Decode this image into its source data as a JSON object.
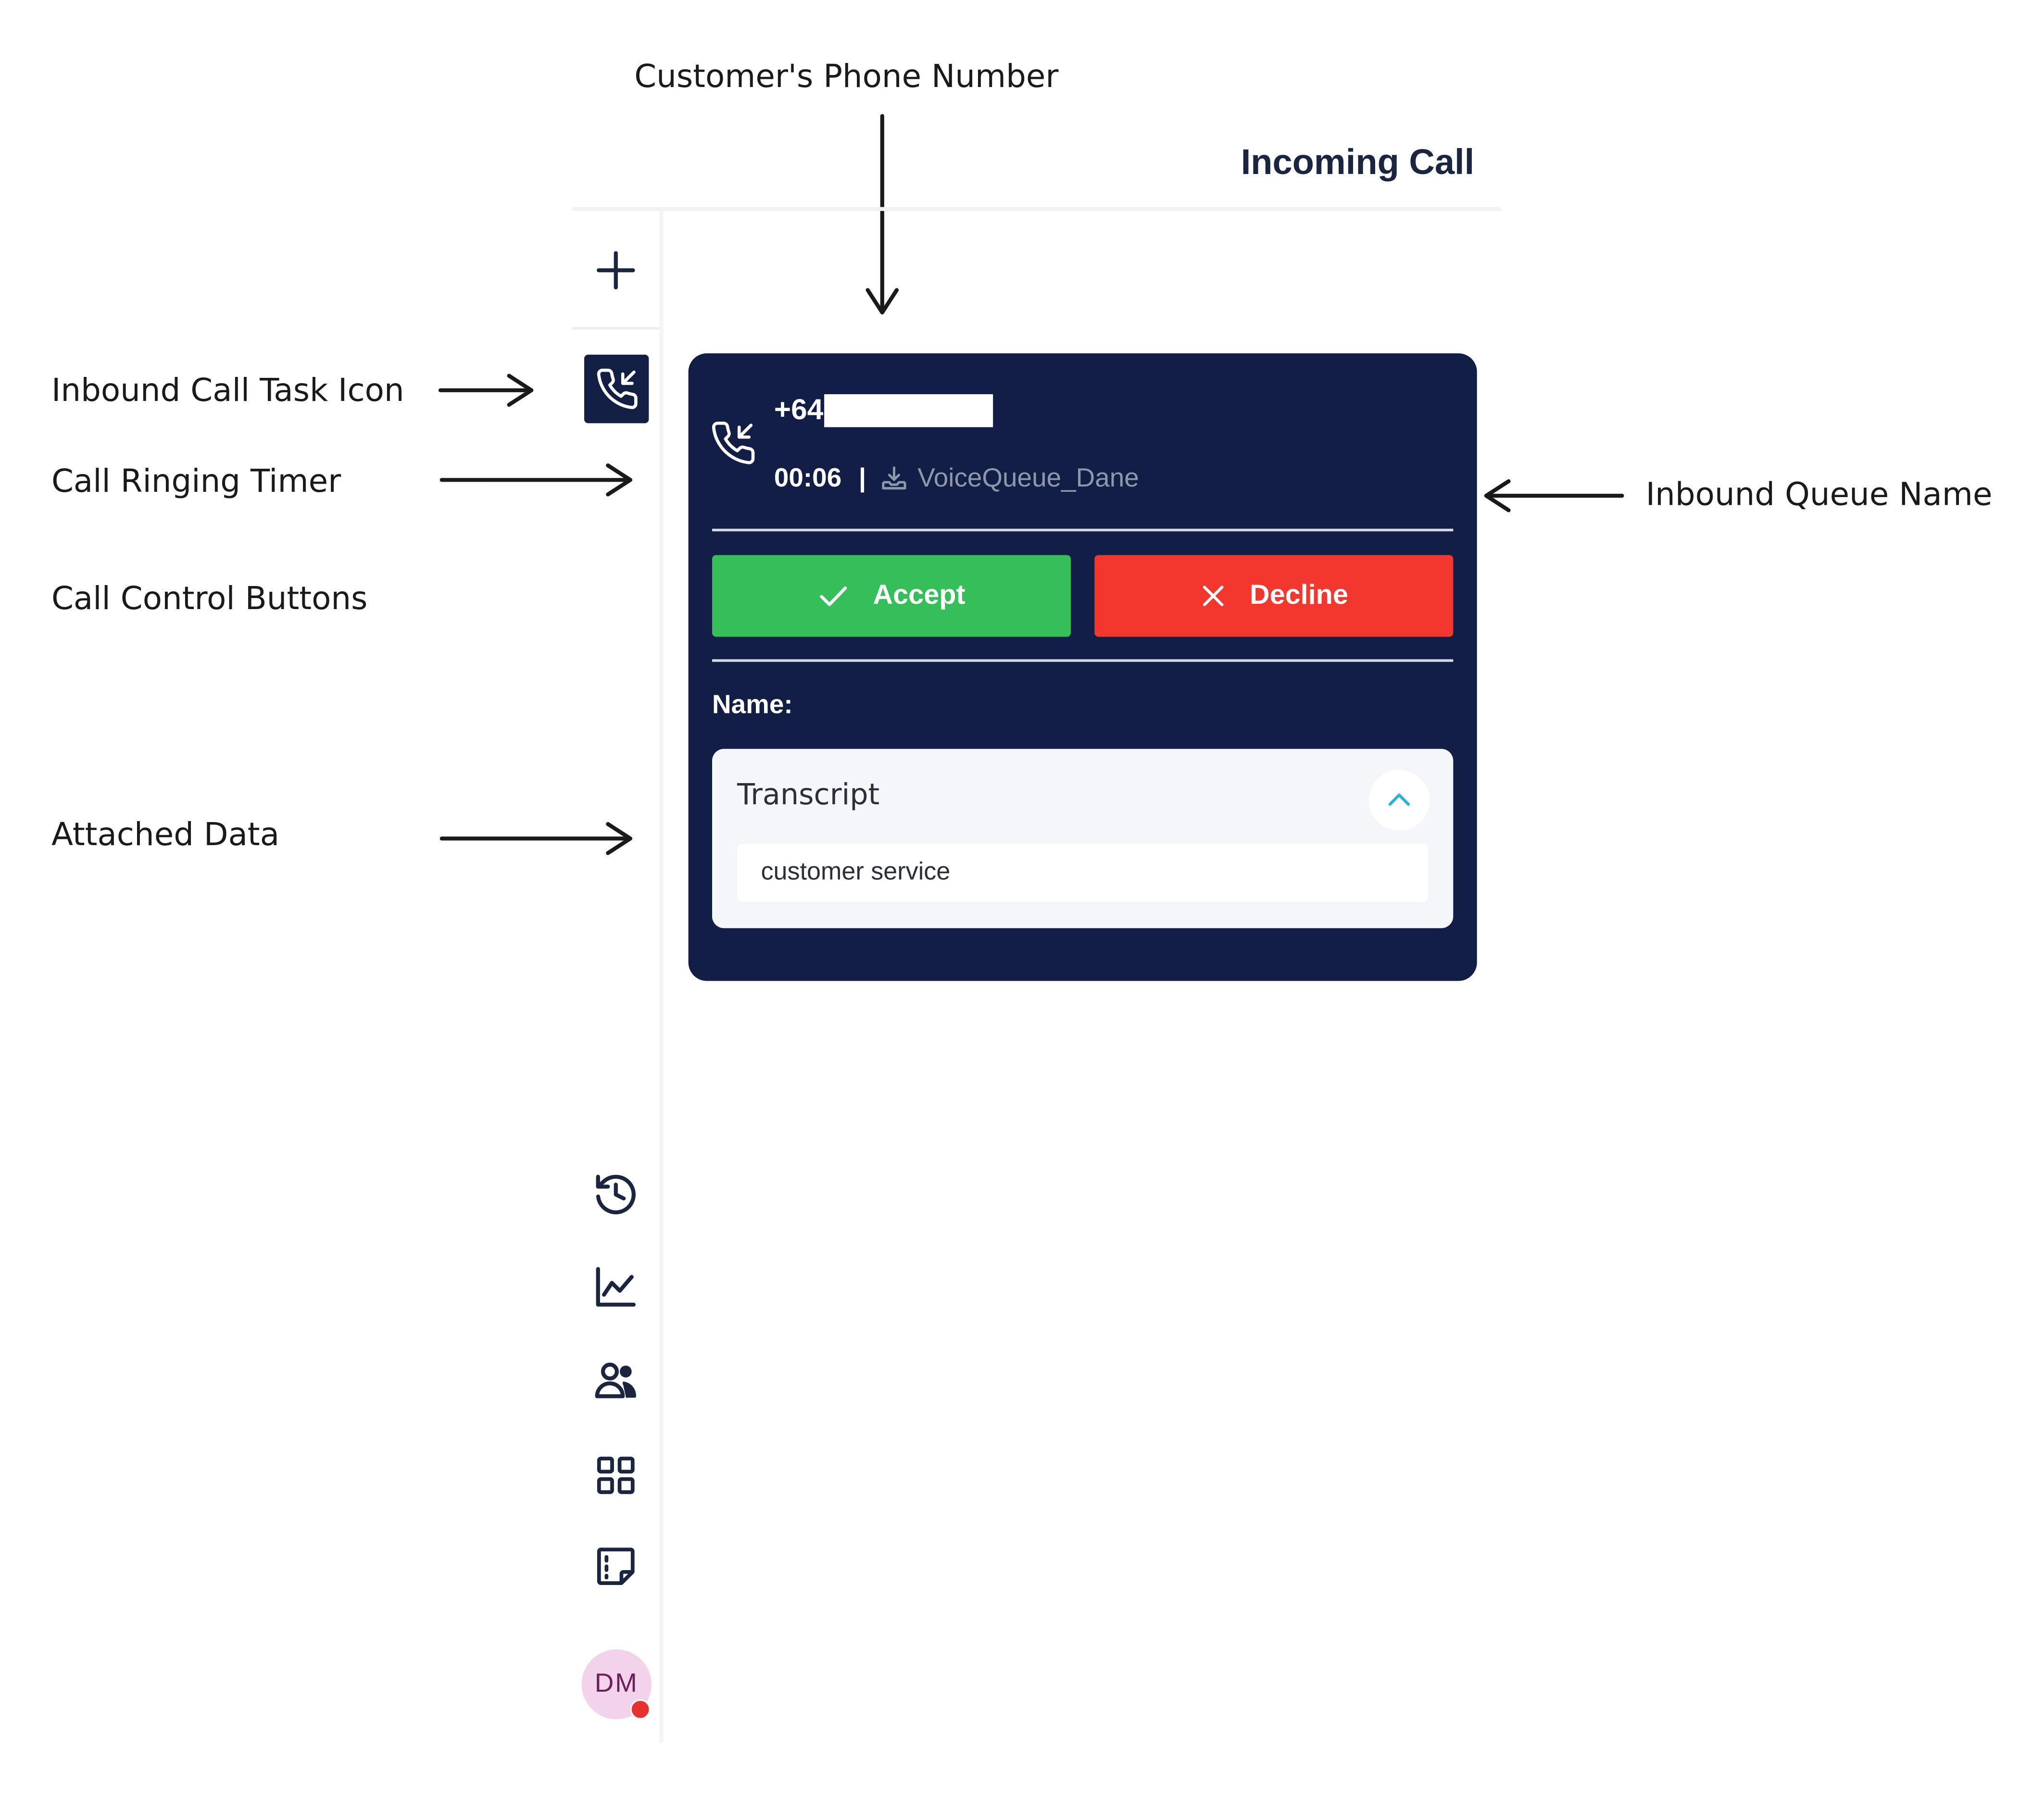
{
  "annotations": {
    "phone_number": "Customer's Phone Number",
    "task_icon": "Inbound Call Task Icon",
    "ringing_timer": "Call Ringing Timer",
    "call_controls": "Call Control Buttons",
    "attached_data": "Attached Data",
    "queue_name": "Inbound Queue Name"
  },
  "header": {
    "title": "Incoming Call"
  },
  "sidebar": {
    "top_items": [
      {
        "name": "add-task",
        "icon": "plus-icon"
      },
      {
        "name": "inbound-call-task",
        "icon": "incoming-call-icon",
        "active": true
      }
    ],
    "bottom_items": [
      {
        "name": "history",
        "icon": "history-icon"
      },
      {
        "name": "analytics",
        "icon": "line-chart-icon"
      },
      {
        "name": "contacts",
        "icon": "users-icon"
      },
      {
        "name": "apps",
        "icon": "grid-icon"
      },
      {
        "name": "notes",
        "icon": "sticky-note-icon"
      }
    ],
    "avatar": {
      "initials": "DM",
      "status_color": "#e8302e"
    }
  },
  "call": {
    "phone_number_visible": "+64",
    "phone_number_redacted": true,
    "timer": "00:06",
    "separator": "|",
    "queue_name": "VoiceQueue_Dane",
    "accept_label": "Accept",
    "decline_label": "Decline",
    "name_label": "Name:",
    "attached_data": {
      "title": "Transcript",
      "expanded": true,
      "value": "customer service"
    }
  },
  "colors": {
    "card_background": "#121e45",
    "accept": "#35be59",
    "decline": "#f2372f",
    "panel_background": "#f4f6fa",
    "collapse_chevron": "#2bb1d6"
  }
}
